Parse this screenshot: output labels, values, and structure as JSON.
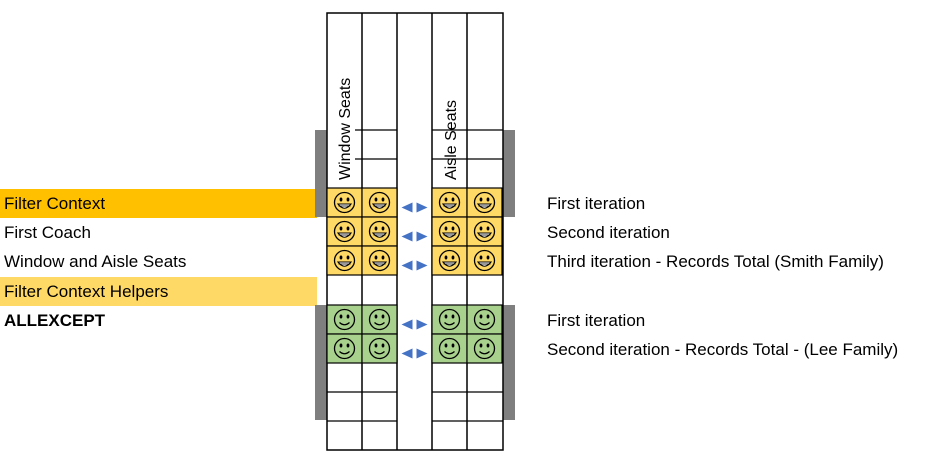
{
  "left_labels": {
    "filter_context": "Filter Context",
    "first_coach": "First  Coach",
    "window_aisle": "Window and Aisle Seats",
    "filter_helpers": "Filter Context Helpers",
    "allexcept": "ALLEXCEPT"
  },
  "column_labels": {
    "window": "Window Seats",
    "aisle": "Aisle Seats"
  },
  "right_labels": {
    "smith": [
      "First iteration",
      "Second iteration",
      "Third iteration - Records Total (Smith Family)"
    ],
    "lee": [
      "First iteration",
      "Second iteration - Records Total - (Lee Family)"
    ]
  },
  "seats": {
    "smith_rows": 3,
    "lee_rows": 2,
    "smith_icon": "grinning-face-icon",
    "lee_icon": "smiling-face-icon"
  },
  "colors": {
    "filter_context": "#ffc000",
    "filter_helpers": "#ffd966",
    "smith_seat": "#ffd966",
    "lee_seat": "#a9d18e",
    "arrow": "#4472c4",
    "wall": "#7f7f7f"
  }
}
